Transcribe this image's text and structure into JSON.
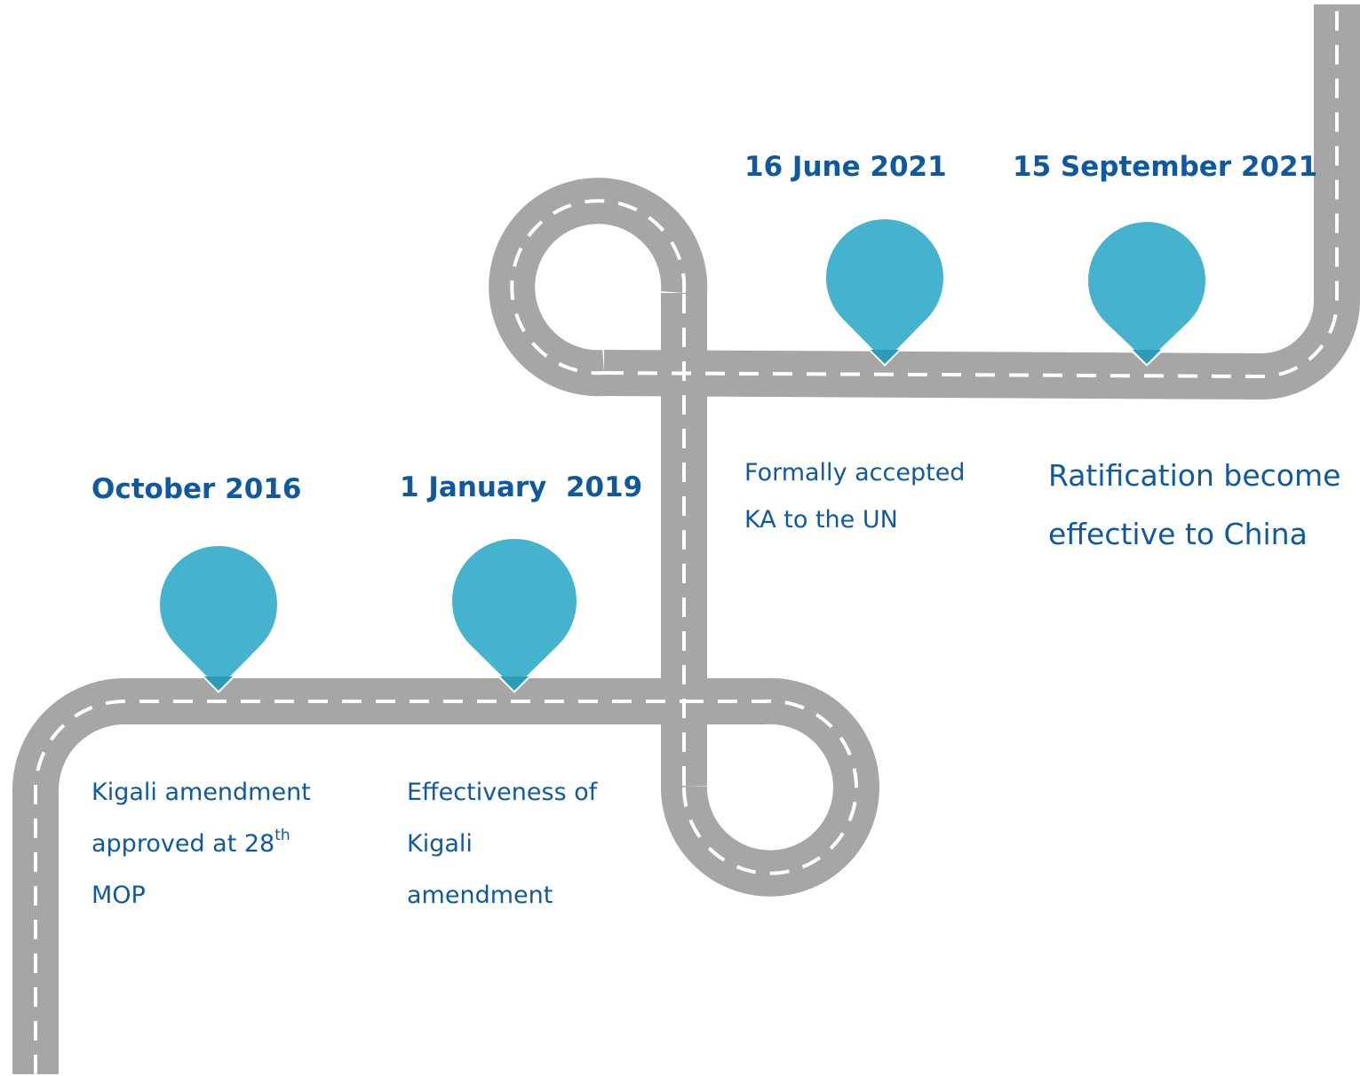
{
  "colors": {
    "road": "#a6a6a6",
    "dash": "#ffffff",
    "pin": "#45b3cd",
    "pin_tip": "#2c9bb6",
    "text": "#0f5a9e"
  },
  "milestones": [
    {
      "date": "October 2016",
      "lines": [
        "Kigali amendment",
        "approved at 28",
        "MOP"
      ],
      "superscript": "th"
    },
    {
      "date": "1 January  2019",
      "lines": [
        "Effectiveness of",
        "Kigali",
        "amendment"
      ]
    },
    {
      "date": "16 June 2021",
      "lines": [
        "Formally accepted",
        "KA to the UN"
      ]
    },
    {
      "date": "15 September 2021",
      "lines": [
        "Ratification become",
        "effective to China"
      ]
    }
  ]
}
